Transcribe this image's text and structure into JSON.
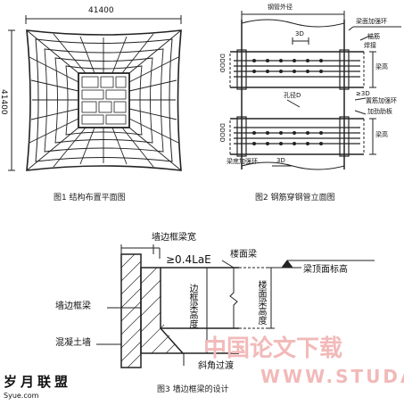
{
  "figure1": {
    "dim_top": "41400",
    "dim_left": "41400",
    "caption": "图1  结构布置平面图"
  },
  "figure2": {
    "top_label": "钢管外径",
    "label_beam_ring": "梁面加强环",
    "label_3d_top": "3D",
    "label_anchor": "锚筋",
    "label_weld": "焊接",
    "label_hole": "孔径D",
    "label_beam_height_top": "梁高",
    "label_3d_right": "≥3D",
    "label_position": "置筋加强环",
    "label_rib_plate": "加劲肋板",
    "label_ddd_top": "DDDD",
    "label_ddd_bottom": "DDDD",
    "label_3d_bottom": "3D",
    "label_beam_height_bottom": "梁高",
    "label_bottom_ring": "梁底加强环",
    "caption": "图2  钢筋穿钢管立面图"
  },
  "figure3": {
    "label_edge_beam_width": "墙边框梁宽",
    "label_anchorage": "≥0.4LaE",
    "label_floor_beam": "楼面梁",
    "label_beam_top_elev": "梁顶面标高",
    "label_edge_beam": "墙边框梁",
    "label_edge_beam_height": "边框梁高度",
    "label_floor_beam_height": "楼面梁高度",
    "label_concrete_wall": "混凝土墙",
    "label_slope": "斜角过渡",
    "caption": "图3  墙边框梁的设计"
  },
  "watermarks": {
    "cn": "中国论文下载",
    "url": "WWW.STUDA.",
    "logo": "岁月联盟",
    "logo_url": "Syue.com"
  }
}
